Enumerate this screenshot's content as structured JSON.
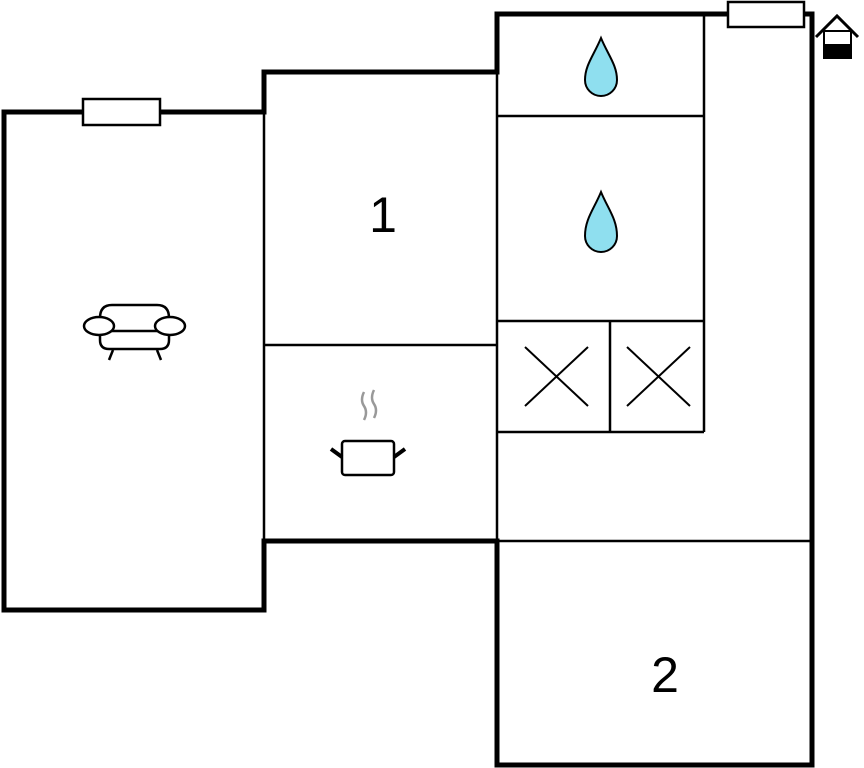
{
  "plan": {
    "rooms": [
      {
        "id": "bedroom-1",
        "label": "1"
      },
      {
        "id": "bedroom-2",
        "label": "2"
      }
    ],
    "icons": [
      "sofa-icon",
      "cooking-pot-icon",
      "water-drop-icon",
      "water-drop-icon",
      "cross-icon",
      "cross-icon",
      "entrance-house-icon",
      "window-icon",
      "window-icon"
    ],
    "colors": {
      "wall": "#000000",
      "water": "#8fdfef",
      "steam": "#999999"
    }
  }
}
